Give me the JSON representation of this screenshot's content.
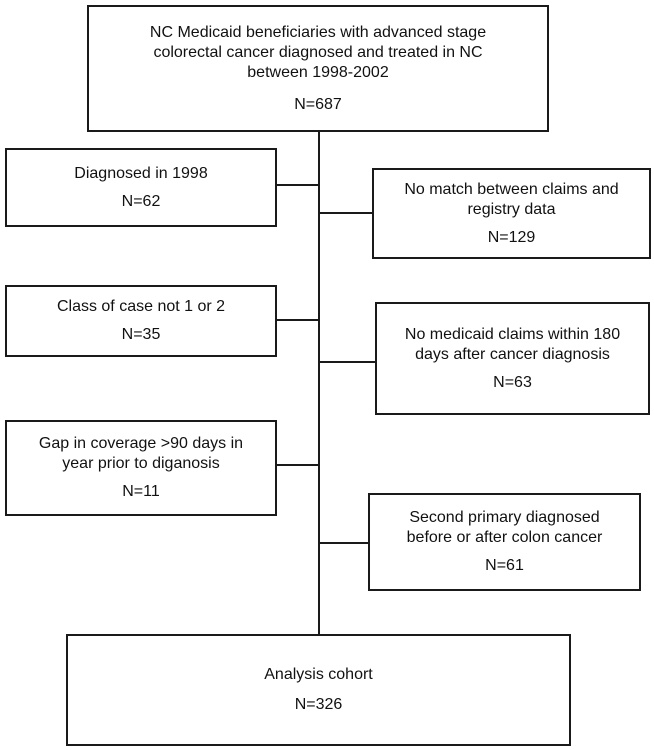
{
  "diagram": {
    "start": {
      "lines": [
        "NC Medicaid beneficiaries with advanced stage",
        "colorectal cancer diagnosed and treated in NC",
        "between 1998-2002"
      ],
      "n": "N=687"
    },
    "exclusions_left": [
      {
        "lines": [
          "Diagnosed in 1998"
        ],
        "n": "N=62"
      },
      {
        "lines": [
          "Class of case not 1 or 2"
        ],
        "n": "N=35"
      },
      {
        "lines": [
          "Gap in coverage >90 days in",
          "year prior to diganosis"
        ],
        "n": "N=11"
      }
    ],
    "exclusions_right": [
      {
        "lines": [
          "No match between claims and",
          "registry data"
        ],
        "n": "N=129"
      },
      {
        "lines": [
          "No medicaid claims within 180",
          "days after cancer diagnosis"
        ],
        "n": "N=63"
      },
      {
        "lines": [
          "Second primary diagnosed",
          "before or after colon cancer"
        ],
        "n": "N=61"
      }
    ],
    "final": {
      "lines": [
        "Analysis cohort"
      ],
      "n": "N=326"
    }
  }
}
